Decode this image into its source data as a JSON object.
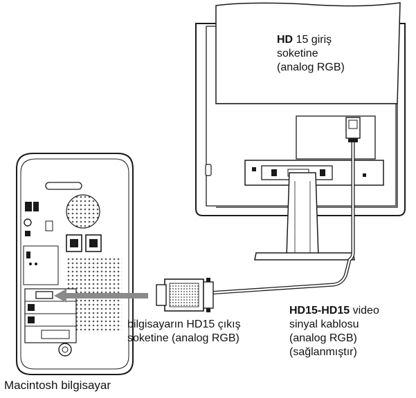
{
  "labels": {
    "monitor_input_bold": "HD",
    "monitor_input_line1": "15 giriş",
    "monitor_input_line2": "soketine",
    "monitor_input_line3": "(analog RGB)",
    "computer_output_line1": "bilgisayarın HD15 çıkış",
    "computer_output_line2": "soketine (analog RGB)",
    "cable_bold": "HD15-HD15",
    "cable_line1_rest": "video",
    "cable_line2": "sinyal kablosu",
    "cable_line3": "(analog RGB)",
    "cable_line4": "(sağlanmıştır)",
    "computer_name": "Macintosh bilgisayar"
  },
  "colors": {
    "line": "#1a1a1a",
    "arrow": "#8a8a8a",
    "panel": "#f2f2f2",
    "shade": "#d9d9d9"
  }
}
